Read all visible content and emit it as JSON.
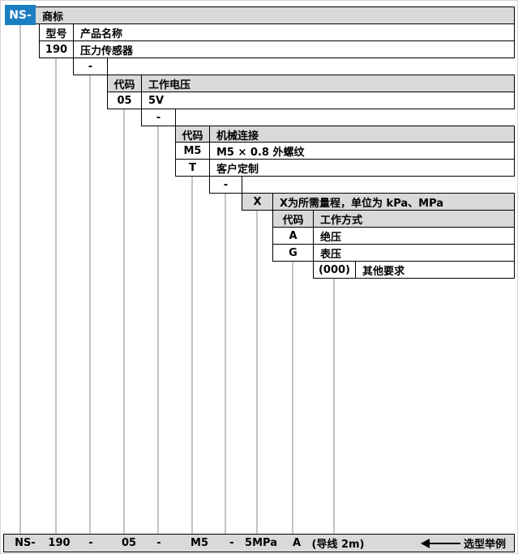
{
  "colors": {
    "accent_blue": "#1B7EC2",
    "header_gray": "#D9D9D9",
    "connector_gray": "#C3C3C3"
  },
  "diagram": {
    "prefix": "NS-",
    "separator": "-",
    "trademark": {
      "label": "商标"
    },
    "model": {
      "code_header": "型号",
      "name_header": "产品名称",
      "code": "190",
      "name": "压力传感器"
    },
    "voltage": {
      "code_header": "代码",
      "name_header": "工作电压",
      "options": [
        {
          "code": "05",
          "name": "5V"
        }
      ]
    },
    "connection": {
      "code_header": "代码",
      "name_header": "机械连接",
      "options": [
        {
          "code": "M5",
          "name": "M5 × 0.8 外螺纹"
        },
        {
          "code": "T",
          "name": "客户定制"
        }
      ]
    },
    "range": {
      "code": "X",
      "desc": "X为所需量程，单位为 kPa、MPa"
    },
    "mode": {
      "code_header": "代码",
      "name_header": "工作方式",
      "options": [
        {
          "code": "A",
          "name": "绝压"
        },
        {
          "code": "G",
          "name": "表压"
        }
      ]
    },
    "other": {
      "code": "(000)",
      "name": "其他要求"
    }
  },
  "example": {
    "items": [
      "NS-",
      "190",
      "-",
      "05",
      "-",
      "M5",
      "-",
      "5MPa",
      "A",
      "(导线 2m)"
    ],
    "caption": "选型举例"
  }
}
